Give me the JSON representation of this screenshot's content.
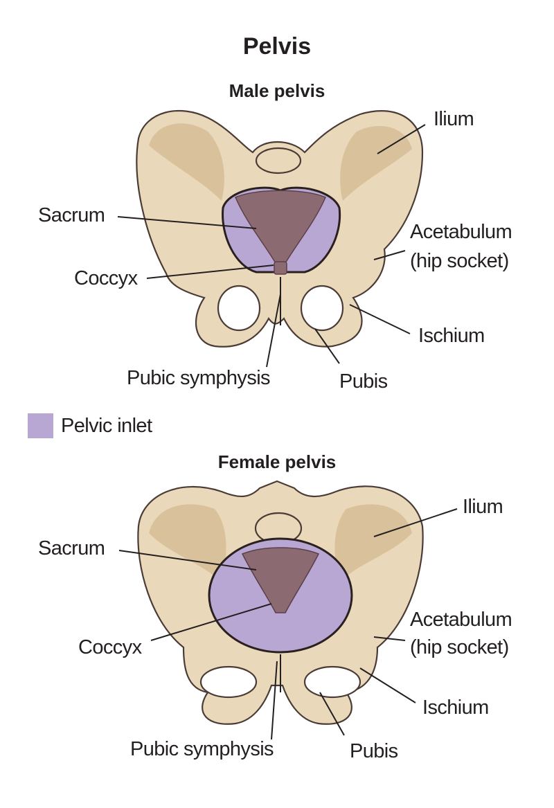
{
  "title": "Pelvis",
  "legend": {
    "label": "Pelvic inlet",
    "color": "#b9a7d3"
  },
  "male": {
    "title": "Male pelvis",
    "labels": {
      "ilium": "Ilium",
      "sacrum": "Sacrum",
      "acetabulum": "Acetabulum",
      "hip_socket": "(hip socket)",
      "coccyx": "Coccyx",
      "ischium": "Ischium",
      "pubic_symphysis": "Pubic symphysis",
      "pubis": "Pubis"
    }
  },
  "female": {
    "title": "Female pelvis",
    "labels": {
      "ilium": "Ilium",
      "sacrum": "Sacrum",
      "acetabulum": "Acetabulum",
      "hip_socket": "(hip socket)",
      "coccyx": "Coccyx",
      "ischium": "Ischium",
      "pubic_symphysis": "Pubic symphysis",
      "pubis": "Pubis"
    }
  },
  "colors": {
    "bone": "#ead8ba",
    "inlet": "#b9a7d3",
    "sacrum": "#8c6a72"
  }
}
